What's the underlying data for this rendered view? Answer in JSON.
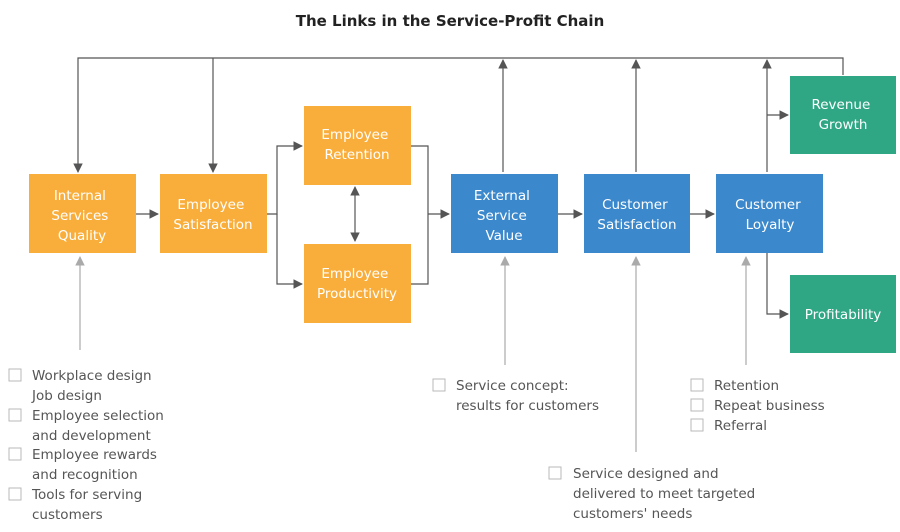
{
  "title": "The Links in the Service-Profit Chain",
  "colors": {
    "orange": "#F9AE3C",
    "blue": "#3C88CC",
    "green": "#2FA784",
    "arrow": "#555555",
    "arrow_light": "#aaaaaa",
    "text_note": "#555555"
  },
  "nodes": {
    "internal_services_quality": [
      "Internal",
      "Services",
      "Quality"
    ],
    "employee_satisfaction": [
      "Employee",
      "Satisfaction"
    ],
    "employee_retention": [
      "Employee",
      "Retention"
    ],
    "employee_productivity": [
      "Employee",
      "Productivity"
    ],
    "external_service_value": [
      "External",
      "Service",
      "Value"
    ],
    "customer_satisfaction": [
      "Customer",
      "Satisfaction"
    ],
    "customer_loyalty": [
      "Customer",
      "Loyalty"
    ],
    "revenue_growth": [
      "Revenue",
      "Growth"
    ],
    "profitability": [
      "Profitability"
    ]
  },
  "notes": {
    "internal": [
      [
        "Workplace design",
        "Job design"
      ],
      [
        "Employee selection",
        "and development"
      ],
      [
        "Employee rewards",
        "and recognition"
      ],
      [
        "Tools for serving",
        "customers"
      ]
    ],
    "service_concept": [
      [
        "Service concept:",
        "results for customers"
      ]
    ],
    "service_design": [
      [
        "Service designed and",
        "delivered to meet targeted",
        "customers' needs"
      ]
    ],
    "loyalty": [
      [
        "Retention"
      ],
      [
        "Repeat business"
      ],
      [
        "Referral"
      ]
    ]
  }
}
